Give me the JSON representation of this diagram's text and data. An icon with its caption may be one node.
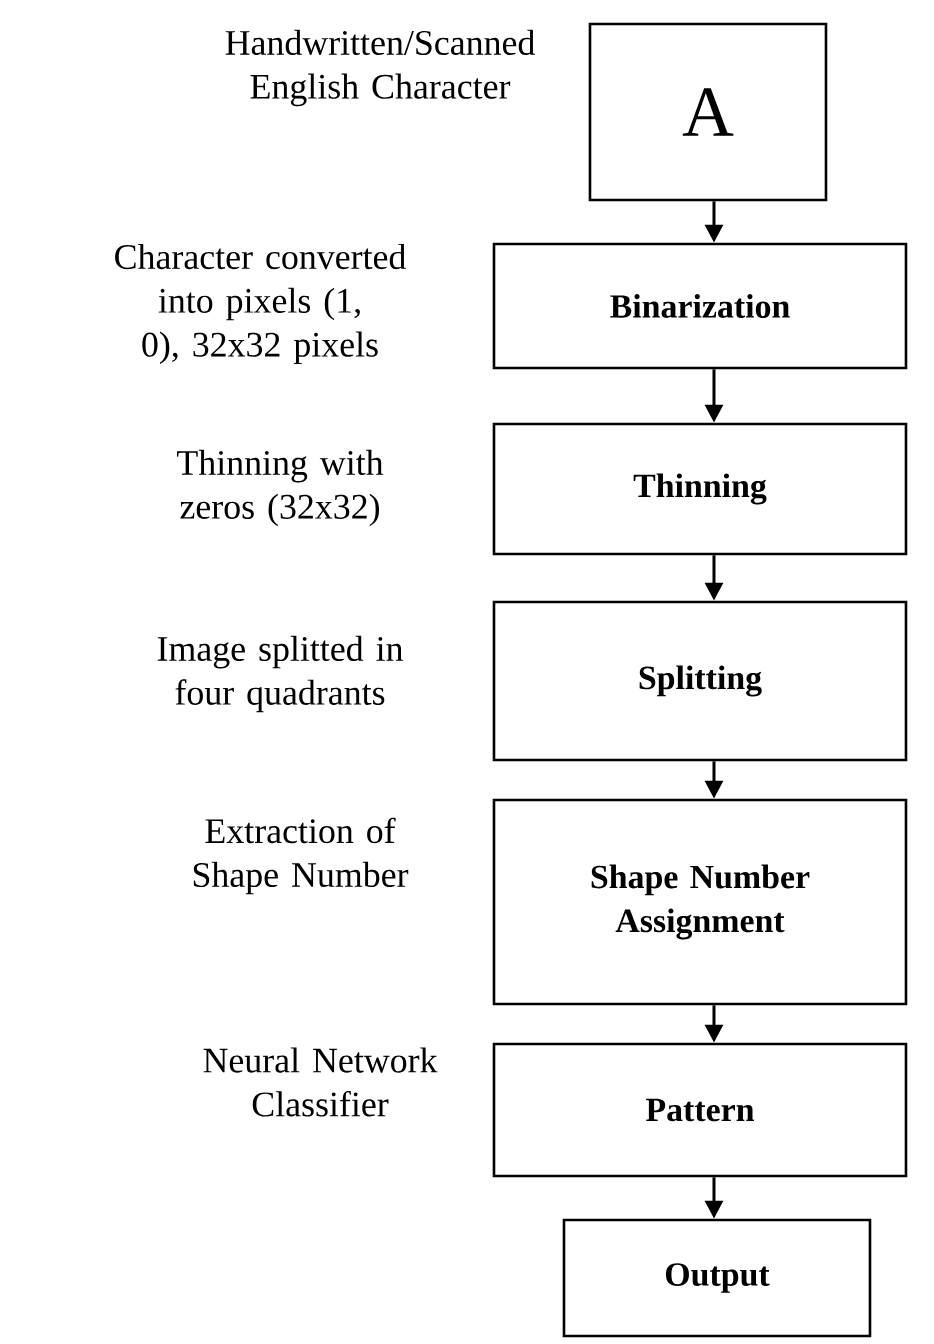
{
  "diagram": {
    "nodes": [
      {
        "text": [
          "A"
        ],
        "beside": [
          "Handwritten/Scanned English Character"
        ]
      },
      {
        "text": [
          "Binarization"
        ],
        "beside": [
          "Character converted into pixels (1, 0), 32x32 pixels"
        ]
      },
      {
        "text": [
          "Thinning"
        ],
        "beside": [
          "Thinning with zeros (32x32)"
        ]
      },
      {
        "text": [
          "Splitting"
        ],
        "beside": [
          "Image splitted in four quadrants"
        ]
      },
      {
        "text": [
          "Shape Number Assignment"
        ],
        "beside": [
          "Extraction of Shape Number"
        ]
      },
      {
        "text": [
          "Pattern"
        ],
        "beside": [
          "Neural Network Classifier"
        ]
      },
      {
        "text": [
          "Output"
        ]
      }
    ],
    "edges": [
      {
        "from": 0,
        "to": 1,
        "arrow": "to"
      },
      {
        "from": 1,
        "to": 2,
        "arrow": "to"
      },
      {
        "from": 2,
        "to": 3,
        "arrow": "to"
      },
      {
        "from": 3,
        "to": 4,
        "arrow": "to"
      },
      {
        "from": 4,
        "to": 5,
        "arrow": "to"
      },
      {
        "from": 5,
        "to": 6,
        "arrow": "to"
      }
    ]
  }
}
